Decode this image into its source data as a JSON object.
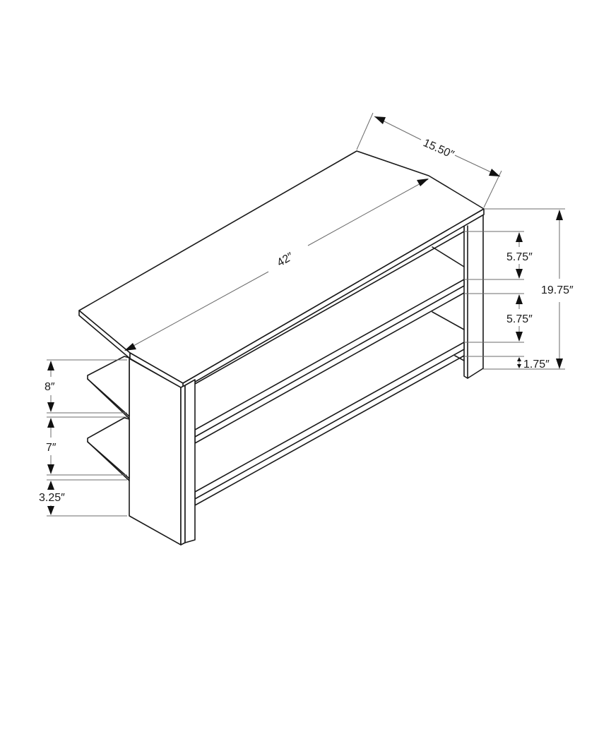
{
  "figure": {
    "subject": "Corner TV stand line drawing with dimensions",
    "line_color": "#1a1a1a",
    "dimension_line_color": "#6b6b6b",
    "background_color": "#ffffff"
  },
  "dimensions": {
    "depth": {
      "label": "15.50″"
    },
    "width": {
      "label": "42″"
    },
    "total_height": {
      "label": "19.75″"
    },
    "front_top_gap": {
      "label": "5.75″"
    },
    "front_middle_gap": {
      "label": "5.75″"
    },
    "front_bottom_clearance": {
      "label": "1.75″"
    },
    "side_top_gap": {
      "label": "8″"
    },
    "side_middle_gap": {
      "label": "7″"
    },
    "side_bottom_clearance": {
      "label": "3.25″"
    }
  }
}
